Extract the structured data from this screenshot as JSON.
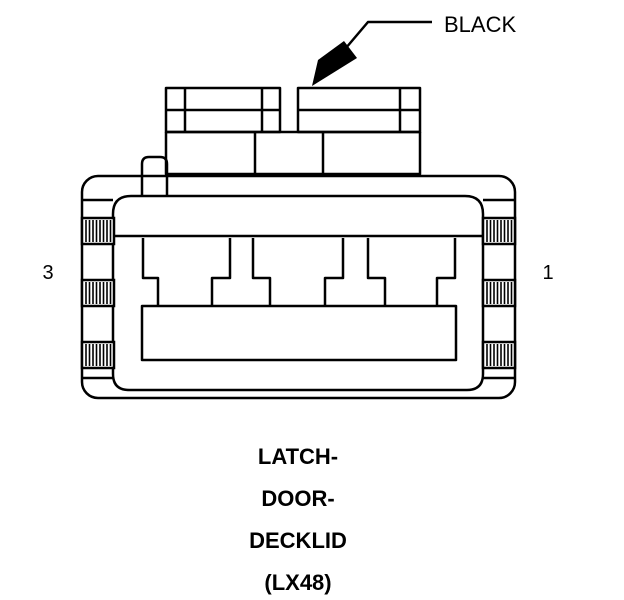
{
  "callout": {
    "color_label": "BLACK"
  },
  "pins": {
    "left": "3",
    "right": "1"
  },
  "title_lines": [
    "LATCH-",
    "DOOR-",
    "DECKLID",
    "(LX48)"
  ],
  "colors": {
    "line": "#000000",
    "background": "#ffffff"
  }
}
